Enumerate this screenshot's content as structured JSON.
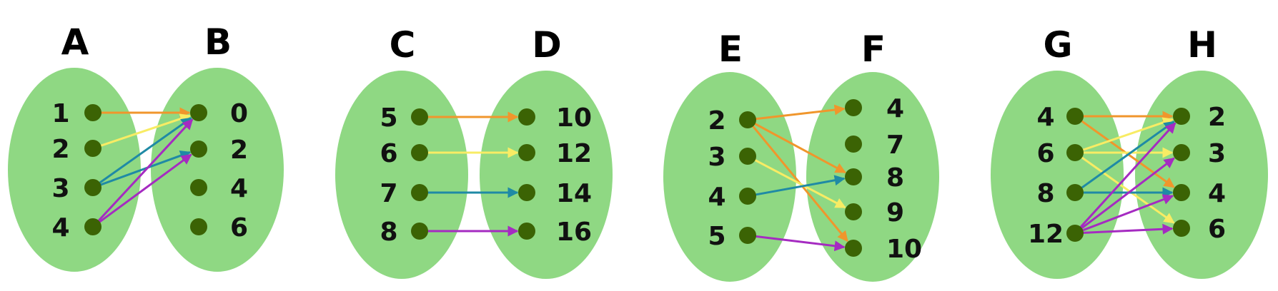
{
  "colors": {
    "blob": "#8fd883",
    "dot": "#3b6304",
    "arrow_orange": "#f0962c",
    "arrow_yellow": "#f8ec64",
    "arrow_teal": "#1f8aa5",
    "arrow_purple": "#a52bc1"
  },
  "mappings": [
    {
      "domain": {
        "name": "A",
        "elements": [
          "1",
          "2",
          "3",
          "4"
        ]
      },
      "codomain": {
        "name": "B",
        "elements": [
          "0",
          "2",
          "4",
          "6"
        ]
      },
      "arrows": [
        {
          "from": "1",
          "to": "0",
          "color": "orange"
        },
        {
          "from": "2",
          "to": "0",
          "color": "yellow"
        },
        {
          "from": "3",
          "to": "0",
          "color": "teal"
        },
        {
          "from": "3",
          "to": "2",
          "color": "teal"
        },
        {
          "from": "4",
          "to": "0",
          "color": "purple"
        },
        {
          "from": "4",
          "to": "2",
          "color": "purple"
        }
      ]
    },
    {
      "domain": {
        "name": "C",
        "elements": [
          "5",
          "6",
          "7",
          "8"
        ]
      },
      "codomain": {
        "name": "D",
        "elements": [
          "10",
          "12",
          "14",
          "16"
        ]
      },
      "arrows": [
        {
          "from": "5",
          "to": "10",
          "color": "orange"
        },
        {
          "from": "6",
          "to": "12",
          "color": "yellow"
        },
        {
          "from": "7",
          "to": "14",
          "color": "teal"
        },
        {
          "from": "8",
          "to": "16",
          "color": "purple"
        }
      ]
    },
    {
      "domain": {
        "name": "E",
        "elements": [
          "2",
          "3",
          "4",
          "5"
        ]
      },
      "codomain": {
        "name": "F",
        "elements": [
          "4",
          "7",
          "8",
          "9",
          "10"
        ]
      },
      "arrows": [
        {
          "from": "2",
          "to": "4",
          "color": "orange"
        },
        {
          "from": "2",
          "to": "8",
          "color": "orange"
        },
        {
          "from": "2",
          "to": "10",
          "color": "orange"
        },
        {
          "from": "3",
          "to": "9",
          "color": "yellow"
        },
        {
          "from": "4",
          "to": "8",
          "color": "teal"
        },
        {
          "from": "5",
          "to": "10",
          "color": "purple"
        }
      ]
    },
    {
      "domain": {
        "name": "G",
        "elements": [
          "4",
          "6",
          "8",
          "12"
        ]
      },
      "codomain": {
        "name": "H",
        "elements": [
          "2",
          "3",
          "4",
          "6"
        ]
      },
      "arrows": [
        {
          "from": "4",
          "to": "2",
          "color": "orange"
        },
        {
          "from": "4",
          "to": "4",
          "color": "orange"
        },
        {
          "from": "6",
          "to": "2",
          "color": "yellow"
        },
        {
          "from": "6",
          "to": "3",
          "color": "yellow"
        },
        {
          "from": "6",
          "to": "6",
          "color": "yellow"
        },
        {
          "from": "8",
          "to": "2",
          "color": "teal"
        },
        {
          "from": "8",
          "to": "4",
          "color": "teal"
        },
        {
          "from": "12",
          "to": "2",
          "color": "purple"
        },
        {
          "from": "12",
          "to": "3",
          "color": "purple"
        },
        {
          "from": "12",
          "to": "4",
          "color": "purple"
        },
        {
          "from": "12",
          "to": "6",
          "color": "purple"
        }
      ]
    }
  ]
}
